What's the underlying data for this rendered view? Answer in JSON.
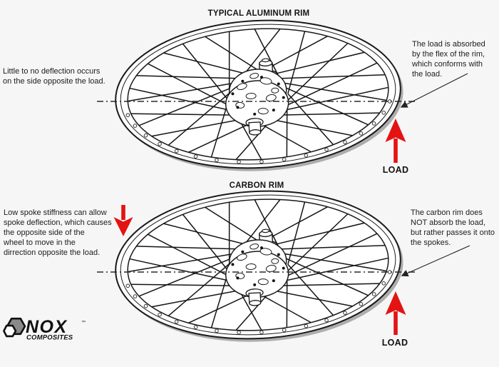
{
  "page": {
    "background": "#f6f6f6",
    "ink_color": "#1d1d1d",
    "accent_red": "#e41313"
  },
  "sections": {
    "top": {
      "title": "TYPICAL ALUMINUM RIM",
      "left_note": "Little to no deflection occurs\non the side opposite the load.",
      "right_note": "The load is absorbed\nby the flex of the rim,\nwhich conforms with\nthe load.",
      "load_label": "LOAD"
    },
    "bottom": {
      "title": "CARBON RIM",
      "left_note": "Low spoke stiffness can allow\nspoke deflection, which causes\nthe opposite side of the\nwheel to move in the\ndirrection opposite the load.",
      "right_note": "The carbon rim does\nNOT absorb the load,\nbut rather passes it onto\nthe spokes.",
      "load_label": "LOAD"
    }
  },
  "logo": {
    "brand": "NOX",
    "sub": "COMPOSITES",
    "trademark": "™",
    "hex_gray": "#8a8a8a"
  }
}
